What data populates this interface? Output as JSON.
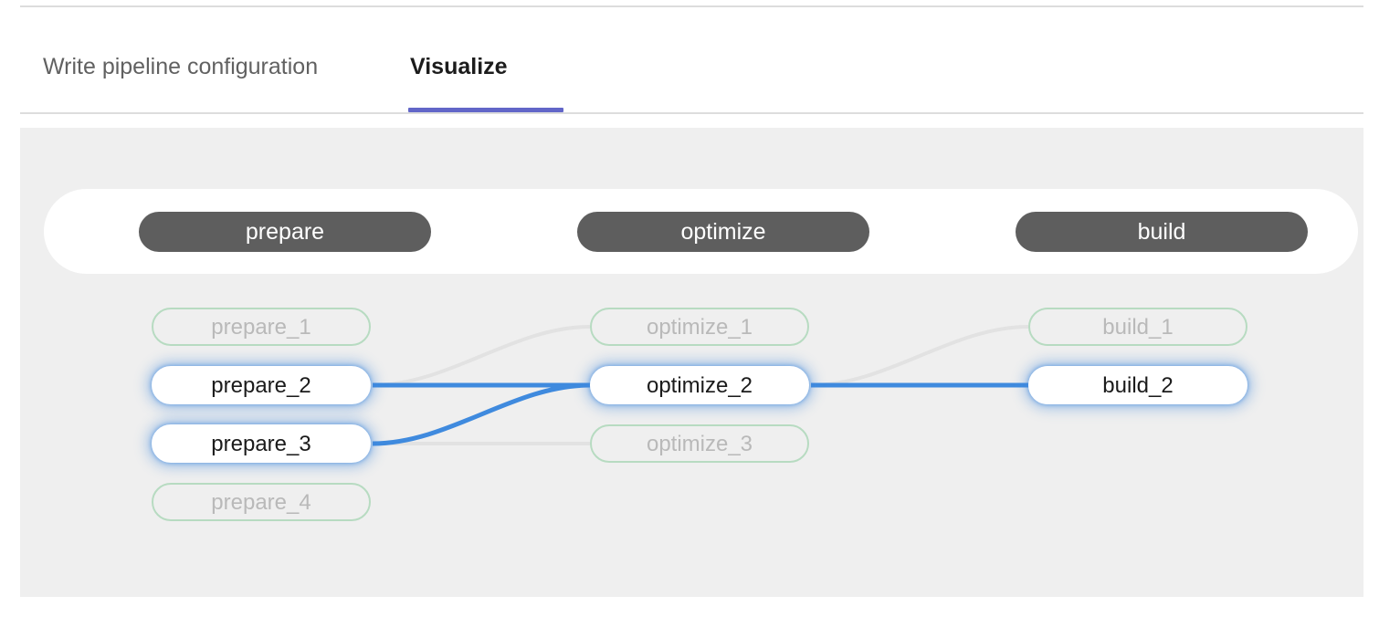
{
  "tabs": [
    {
      "id": "write",
      "label": "Write pipeline configuration",
      "active": false
    },
    {
      "id": "visualize",
      "label": "Visualize",
      "active": true
    }
  ],
  "accent_color": "#6266c8",
  "canvas": {
    "background_color": "#efefef",
    "stage_bar_color": "#ffffff"
  },
  "stages": [
    {
      "name": "prepare"
    },
    {
      "name": "optimize"
    },
    {
      "name": "build"
    }
  ],
  "stage_pill": {
    "background_color": "#5e5e5e",
    "text_color": "#ffffff"
  },
  "node_styles": {
    "dimmed_border_color": "#b7dbc1",
    "dimmed_text_color": "#b9b9b9",
    "active_background_color": "#ffffff",
    "active_text_color": "#1b1b1b",
    "active_glow_color": "#428ade"
  },
  "edge_styles": {
    "highlighted_color": "#3f8ade",
    "dimmed_color": "#e2e2e2"
  },
  "columns": [
    {
      "stage": "prepare",
      "jobs": [
        {
          "label": "prepare_1",
          "state": "dimmed"
        },
        {
          "label": "prepare_2",
          "state": "highlighted"
        },
        {
          "label": "prepare_3",
          "state": "highlighted"
        },
        {
          "label": "prepare_4",
          "state": "dimmed"
        }
      ]
    },
    {
      "stage": "optimize",
      "jobs": [
        {
          "label": "optimize_1",
          "state": "dimmed"
        },
        {
          "label": "optimize_2",
          "state": "highlighted"
        },
        {
          "label": "optimize_3",
          "state": "dimmed"
        }
      ]
    },
    {
      "stage": "build",
      "jobs": [
        {
          "label": "build_1",
          "state": "dimmed"
        },
        {
          "label": "build_2",
          "state": "highlighted"
        }
      ]
    }
  ],
  "edges": [
    {
      "from": "prepare_2",
      "to": "optimize_1",
      "state": "dimmed"
    },
    {
      "from": "prepare_2",
      "to": "optimize_2",
      "state": "highlighted"
    },
    {
      "from": "prepare_3",
      "to": "optimize_2",
      "state": "highlighted"
    },
    {
      "from": "prepare_3",
      "to": "optimize_3",
      "state": "dimmed"
    },
    {
      "from": "optimize_2",
      "to": "build_1",
      "state": "dimmed"
    },
    {
      "from": "optimize_2",
      "to": "build_2",
      "state": "highlighted"
    }
  ]
}
